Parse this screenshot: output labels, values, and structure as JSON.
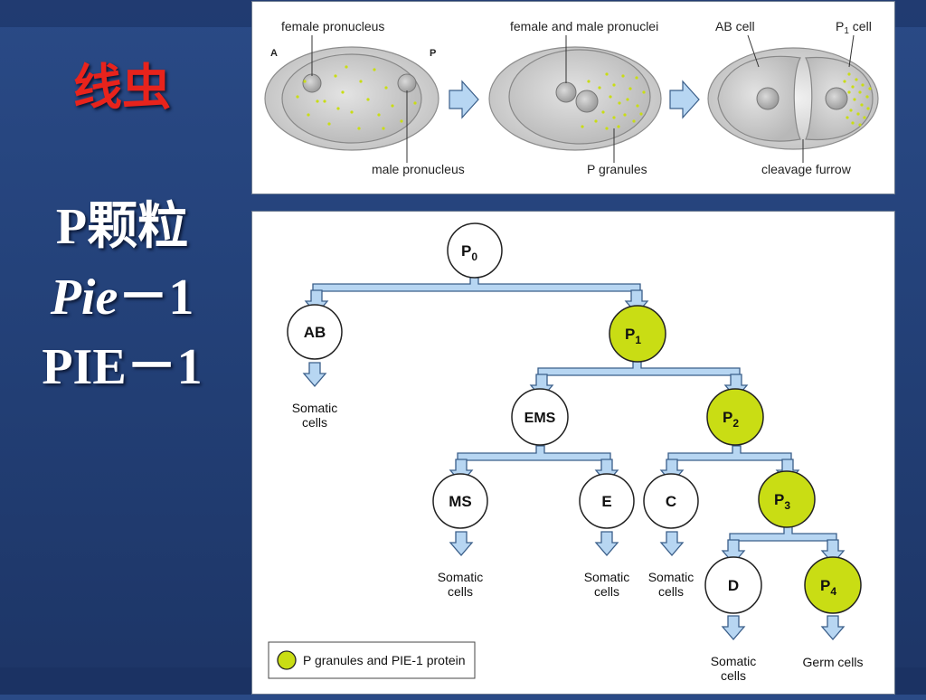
{
  "slide": {
    "title": "线虫",
    "line1": "P颗粒",
    "line2_italic": "Pie",
    "line2_suffix": "－1",
    "line3": "PIE－1"
  },
  "colors": {
    "title_red": "#e8231c",
    "granule_green": "#c9dd14",
    "arrow_blue": "#b7d6f2",
    "cell_gray": "#cfcfcf"
  },
  "top_figure": {
    "label_female_pronucleus": "female pronucleus",
    "label_A": "A",
    "label_P": "P",
    "label_male_pronucleus": "male pronucleus",
    "label_female_male_pronuclei": "female and male pronuclei",
    "label_p_granules": "P granules",
    "label_ab_cell": "AB cell",
    "label_p1_cell_base": "P",
    "label_p1_cell_sub": "1",
    "label_p1_cell_rest": " cell",
    "label_cleavage_furrow": "cleavage furrow"
  },
  "lineage": {
    "P0": {
      "base": "P",
      "sub": "0"
    },
    "AB": "AB",
    "P1": {
      "base": "P",
      "sub": "1"
    },
    "EMS": "EMS",
    "P2": {
      "base": "P",
      "sub": "2"
    },
    "MS": "MS",
    "E": "E",
    "C": "C",
    "P3": {
      "base": "P",
      "sub": "3"
    },
    "D": "D",
    "P4": {
      "base": "P",
      "sub": "4"
    },
    "somatic_line1": "Somatic",
    "somatic_line2": "cells",
    "germ_cells": "Germ cells",
    "legend": "P granules and PIE-1 protein"
  }
}
